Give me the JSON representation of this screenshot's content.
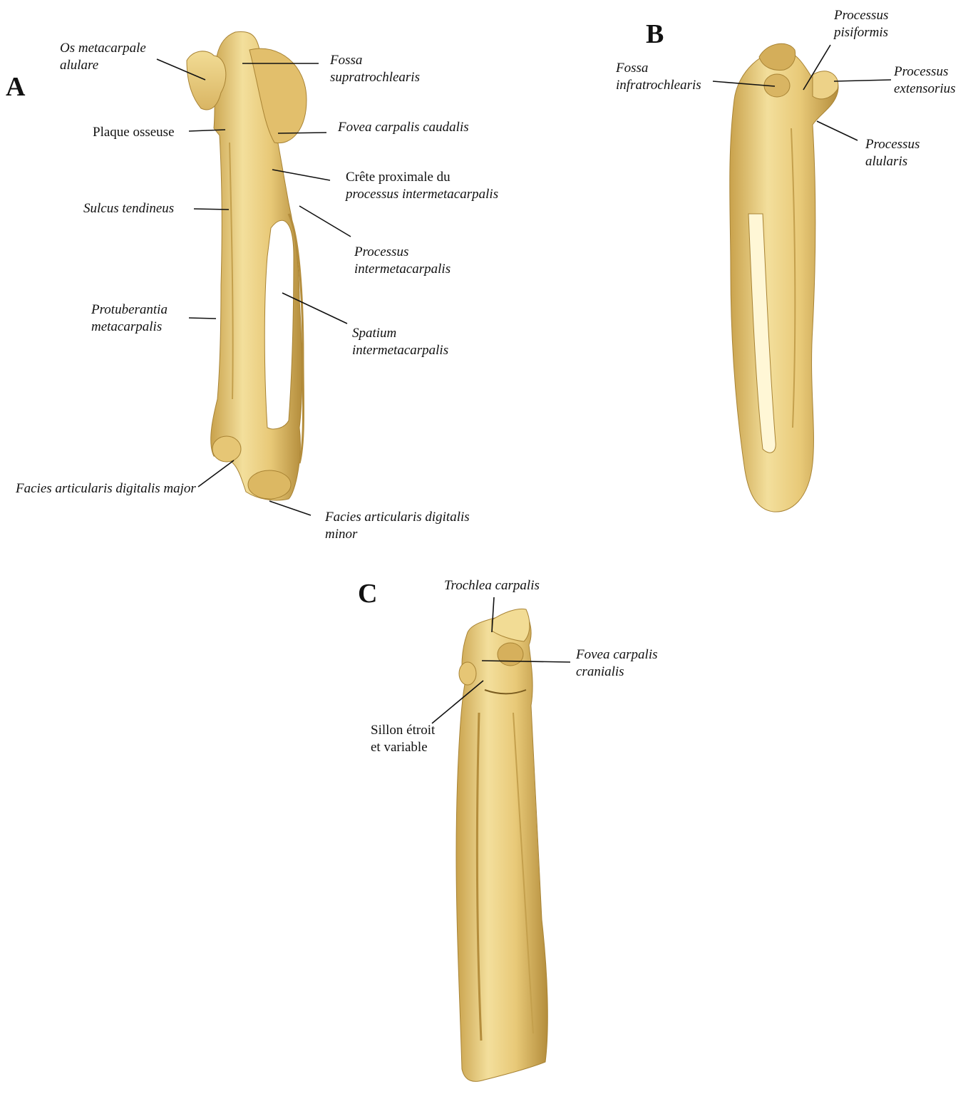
{
  "colors": {
    "bone": "#e9cc7e",
    "bone_light": "#f6e6a6",
    "bone_shadow": "#b08a3a",
    "line": "#111111"
  },
  "panels": {
    "a": "A",
    "b": "B",
    "c": "C"
  },
  "labels": {
    "os_metacarpale_1": "Os metacarpale",
    "os_metacarpale_2": "alulare",
    "fossa_sup_1": "Fossa",
    "fossa_sup_2": "supratrochlearis",
    "plaque": "Plaque osseuse",
    "fovea_caudalis": "Fovea carpalis caudalis",
    "crete_1": "Crête proximale du",
    "crete_2": "processus intermetacarpalis",
    "sulcus": "Sulcus tendineus",
    "proc_inter_1": "Processus",
    "proc_inter_2": "intermetacarpalis",
    "protub_1": "Protuberantia",
    "protub_2": "metacarpalis",
    "spatium_1": "Spatium",
    "spatium_2": "intermetacarpalis",
    "facies_major": "Facies articularis digitalis major",
    "facies_minor_1": "Facies articularis digitalis",
    "facies_minor_2": "minor",
    "proc_pisi_1": "Processus",
    "proc_pisi_2": "pisiformis",
    "fossa_inf_1": "Fossa",
    "fossa_inf_2": "infratrochlearis",
    "proc_ext_1": "Processus",
    "proc_ext_2": "extensorius",
    "proc_alu_1": "Processus",
    "proc_alu_2": "alularis",
    "trochlea": "Trochlea carpalis",
    "fovea_cran_1": "Fovea carpalis",
    "fovea_cran_2": "cranialis",
    "sillon_1": "Sillon étroit",
    "sillon_2": "et variable"
  }
}
